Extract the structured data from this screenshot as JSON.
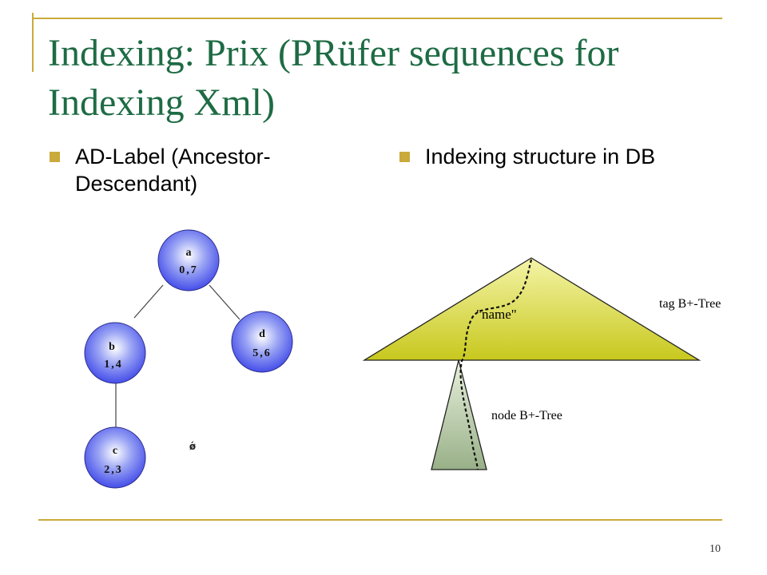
{
  "title": "Indexing: Prix (PRüfer sequences for Indexing Xml)",
  "bullets": [
    {
      "text": "AD-Label (Ancestor-Descendant)"
    },
    {
      "text": "Indexing structure in DB"
    }
  ],
  "tree": {
    "nodes": [
      {
        "id": "a",
        "label": "a",
        "range": "0,7"
      },
      {
        "id": "b",
        "label": "b",
        "range": "1,4"
      },
      {
        "id": "d",
        "label": "d",
        "range": "5,6"
      },
      {
        "id": "c",
        "label": "c",
        "range": "2,3"
      }
    ],
    "stray_mark": "ǿ",
    "node_color": "#3f48e8"
  },
  "btree": {
    "tag_tree_label": "tag B+-Tree",
    "node_tree_label": "node B+-Tree",
    "key_label": "\"name\"",
    "tag_tree_color": "#c8c81e",
    "node_tree_color": "#98b088"
  },
  "page_number": "10",
  "colors": {
    "title": "#1e6b44",
    "accent": "#c9aa3a"
  }
}
